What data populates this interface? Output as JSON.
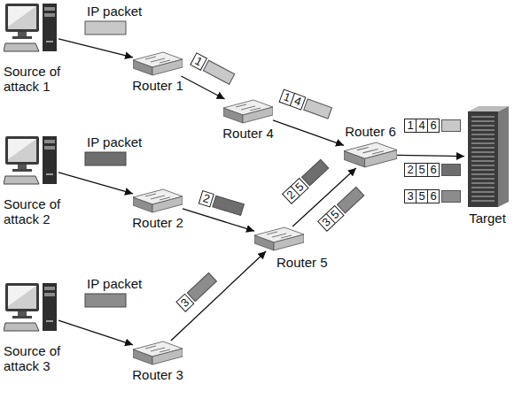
{
  "diagram": {
    "nodes": [
      {
        "text": [
          "Source of attack 1"
        ]
      },
      {
        "text": [
          "Router 1"
        ]
      },
      {
        "text": [
          "Router 4"
        ]
      },
      {
        "text": [
          "Router 6"
        ]
      },
      {
        "text": [
          "Target"
        ]
      },
      {
        "text": [
          "Source of attack 2"
        ]
      },
      {
        "text": [
          "Router 2"
        ]
      },
      {
        "text": [
          "Router 5"
        ]
      },
      {
        "text": [
          "Source of attack 3"
        ]
      },
      {
        "text": [
          "Router 3"
        ]
      }
    ],
    "edges": [
      {
        "from": 0,
        "to": 1,
        "arrow": "to"
      },
      {
        "from": 1,
        "to": 2,
        "arrow": "to"
      },
      {
        "from": 2,
        "to": 3,
        "arrow": "to"
      },
      {
        "from": 3,
        "to": 4,
        "arrow": "to"
      },
      {
        "from": 5,
        "to": 6,
        "arrow": "to"
      },
      {
        "from": 6,
        "to": 7,
        "arrow": "to"
      },
      {
        "from": 7,
        "to": 3,
        "arrow": "to"
      },
      {
        "from": 8,
        "to": 9,
        "arrow": "to"
      },
      {
        "from": 9,
        "to": 7,
        "arrow": "to"
      }
    ],
    "labels": [
      "IP packet",
      "IP packet",
      "IP packet",
      "1",
      "1",
      "4",
      "2",
      "2",
      "5",
      "3",
      "3",
      "5",
      "1",
      "4",
      "6",
      "2",
      "5",
      "6",
      "3",
      "5",
      "6"
    ]
  }
}
